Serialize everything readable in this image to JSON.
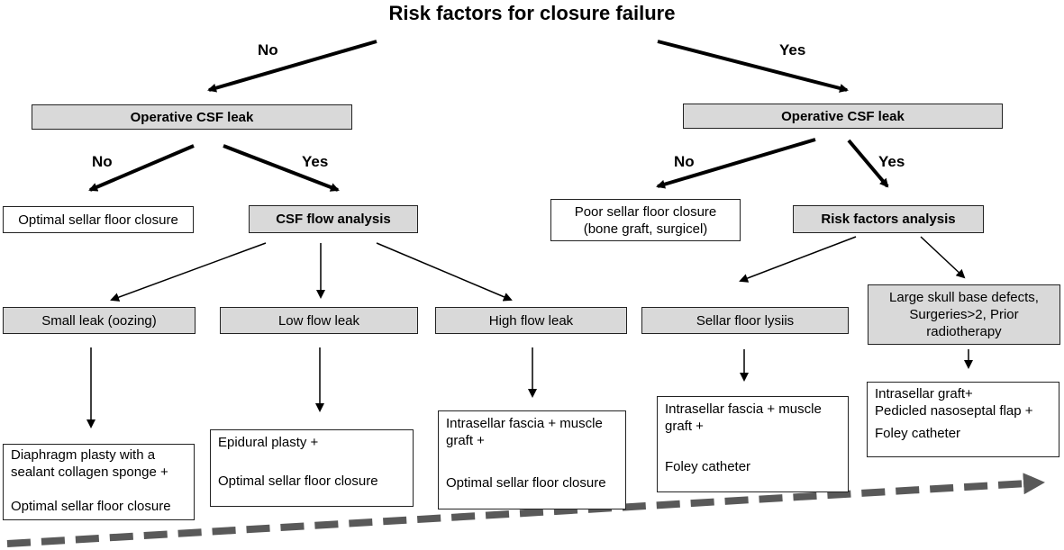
{
  "title": "Risk factors for closure failure",
  "labels": {
    "top_no": "No",
    "top_yes": "Yes",
    "left_no": "No",
    "left_yes": "Yes",
    "right_no": "No",
    "right_yes": "Yes"
  },
  "nodes": {
    "left_leak": "Operative CSF leak",
    "right_leak": "Operative CSF leak",
    "optimal_closure": "Optimal sellar floor closure",
    "csf_flow": "CSF flow analysis",
    "poor_closure": [
      "Poor sellar floor closure",
      "(bone graft, surgicel)"
    ],
    "risk_analysis": "Risk factors analysis",
    "small_leak": "Small leak (oozing)",
    "low_flow": "Low flow leak",
    "high_flow": "High flow leak",
    "lysis": "Sellar floor lysiis",
    "large_defects": [
      "Large skull base defects,",
      "Surgeries>2, Prior",
      "radiotherapy"
    ]
  },
  "outcomes": {
    "small": [
      "Diaphragm plasty with a",
      "sealant collagen sponge +",
      "",
      "Optimal sellar floor closure"
    ],
    "low": [
      "Epidural plasty +",
      "",
      "",
      "Optimal sellar floor closure"
    ],
    "high": [
      "Intrasellar fascia + muscle",
      "graft +",
      "",
      "",
      "Optimal sellar floor closure"
    ],
    "lysis": [
      "Intrasellar fascia + muscle",
      "graft +",
      "",
      "",
      "Foley catheter"
    ],
    "large": [
      "Intrasellar graft+",
      "Pedicled nasoseptal flap +",
      "",
      "Foley catheter"
    ]
  },
  "colors": {
    "node_fill": "#d9d9d9",
    "trend_arrow": "#595959"
  }
}
